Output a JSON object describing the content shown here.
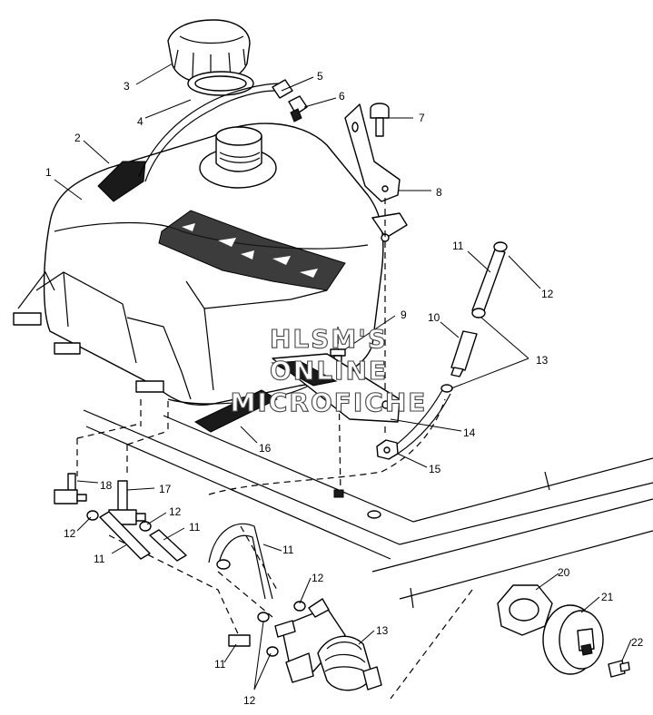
{
  "callouts": [
    {
      "id": "c1",
      "text": "1"
    },
    {
      "id": "c2",
      "text": "2"
    },
    {
      "id": "c3",
      "text": "3"
    },
    {
      "id": "c4",
      "text": "4"
    },
    {
      "id": "c5",
      "text": "5"
    },
    {
      "id": "c6",
      "text": "6"
    },
    {
      "id": "c7",
      "text": "7"
    },
    {
      "id": "c8",
      "text": "8"
    },
    {
      "id": "c9",
      "text": "9"
    },
    {
      "id": "c10",
      "text": "10"
    },
    {
      "id": "c11a",
      "text": "11"
    },
    {
      "id": "c12a",
      "text": "12"
    },
    {
      "id": "c13a",
      "text": "13"
    },
    {
      "id": "c14",
      "text": "14"
    },
    {
      "id": "c15",
      "text": "15"
    },
    {
      "id": "c16",
      "text": "16"
    },
    {
      "id": "c17",
      "text": "17"
    },
    {
      "id": "c18",
      "text": "18"
    },
    {
      "id": "c12b",
      "text": "12"
    },
    {
      "id": "c12c",
      "text": "12"
    },
    {
      "id": "c11b",
      "text": "11"
    },
    {
      "id": "c11c",
      "text": "11"
    },
    {
      "id": "c11d",
      "text": "11"
    },
    {
      "id": "c12d",
      "text": "12"
    },
    {
      "id": "c13b",
      "text": "13"
    },
    {
      "id": "c11e",
      "text": "11"
    },
    {
      "id": "c12e",
      "text": "12"
    },
    {
      "id": "c20",
      "text": "20"
    },
    {
      "id": "c21",
      "text": "21"
    },
    {
      "id": "c22",
      "text": "22"
    }
  ],
  "watermark": {
    "line1": "HLSM'S",
    "line2": "ONLINE",
    "line3": "MICROFICHE"
  }
}
